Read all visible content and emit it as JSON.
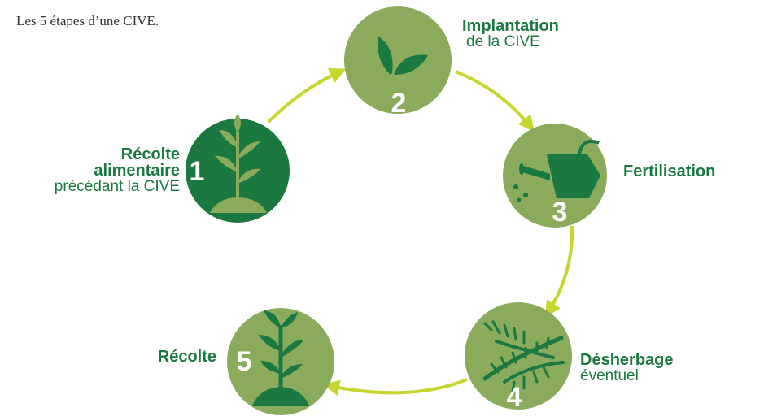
{
  "caption": "Les 5 étapes d’une CIVE.",
  "colors": {
    "dark_green": "#1a7840",
    "light_green": "#8aab5c",
    "arrow_lime": "#c6d62e",
    "pale_green": "#b8cb8a"
  },
  "steps": [
    {
      "number": "1",
      "title_lines": [
        "Récolte",
        "alimentaire"
      ],
      "subtitle": "précédant la CIVE",
      "icon": "young-plant-icon"
    },
    {
      "number": "2",
      "title_lines": [
        "Implantation"
      ],
      "subtitle": "de la CIVE",
      "icon": "sprout-icon"
    },
    {
      "number": "3",
      "title_lines": [
        "Fertilisation"
      ],
      "subtitle": "",
      "icon": "watering-can-icon"
    },
    {
      "number": "4",
      "title_lines": [
        "Désherbage"
      ],
      "subtitle": "éventuel",
      "icon": "weed-icon"
    },
    {
      "number": "5",
      "title_lines": [
        "Récolte"
      ],
      "subtitle": "",
      "icon": "grown-plant-icon"
    }
  ]
}
